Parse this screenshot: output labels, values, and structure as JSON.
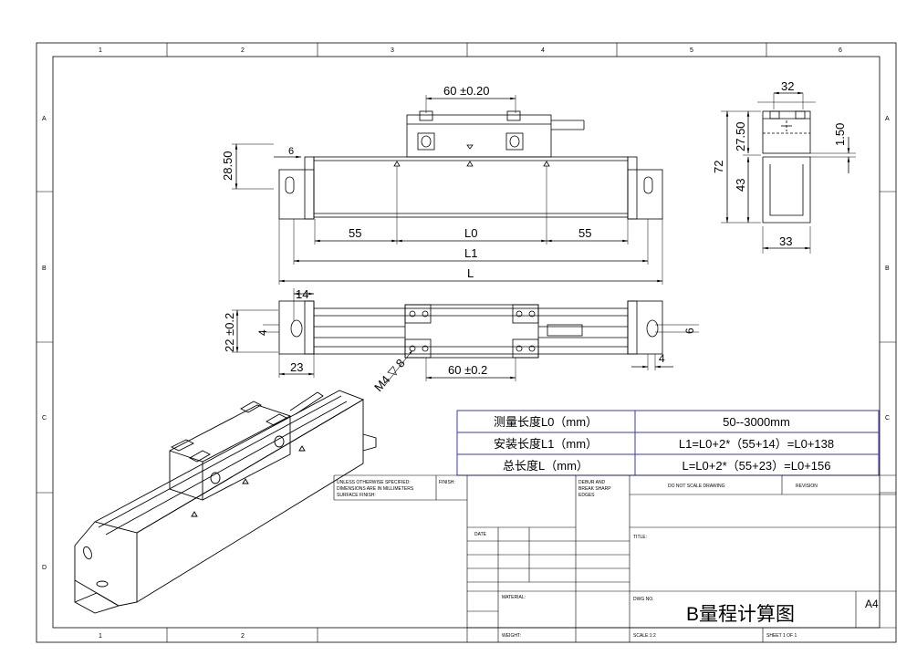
{
  "grid": {
    "columns": [
      "1",
      "2",
      "3",
      "4",
      "5",
      "6"
    ],
    "rows": [
      "A",
      "B",
      "C",
      "D"
    ]
  },
  "dimensions": {
    "front_top_width": "60 ±0.20",
    "front_height": "28.50",
    "front_small": "6",
    "side_width_top": "32",
    "side_27_50": "27.50",
    "side_72": "72",
    "side_43": "43",
    "side_1_50": "1.50",
    "side_width_bottom": "33",
    "d55_left": "55",
    "d_L0": "L0",
    "d55_right": "55",
    "d_L1": "L1",
    "d_L": "L",
    "plan_14": "14",
    "plan_22": "22 ±0.2",
    "plan_4_left": "4",
    "plan_23": "23",
    "plan_thread": "M4 ▽ 8",
    "plan_60": "60 ±0.2",
    "plan_6_right": "6",
    "plan_4_right": "4"
  },
  "spec_table": {
    "rows": [
      {
        "label": "测量长度L0（mm）",
        "value": "50--3000mm"
      },
      {
        "label": "安装长度L1（mm）",
        "value": "L1=L0+2*（55+14）=L0+138"
      },
      {
        "label": "总长度L（mm）",
        "value": "L=L0+2*（55+23）=L0+156"
      }
    ]
  },
  "title_block": {
    "unless": "UNLESS OTHERWISE SPECIFIED:",
    "dims_mm": "DIMENSIONS ARE IN MILLIMETERS",
    "surface": "SURFACE FINISH:",
    "finish": "FINISH:",
    "debur_1": "DEBUR AND",
    "debur_2": "BREAK SHARP",
    "debur_3": "EDGES",
    "do_not_scale": "DO NOT SCALE DRAWING",
    "revision": "REVISION",
    "date": "DATE",
    "title_label": "TITLE:",
    "material": "MATERIAL:",
    "dwg_no": "DWG NO.",
    "drawing_name": "B量程计算图",
    "size": "A4",
    "weight": "WEIGHT:",
    "scale": "SCALE:1:2",
    "sheet": "SHEET 1 OF 1"
  }
}
